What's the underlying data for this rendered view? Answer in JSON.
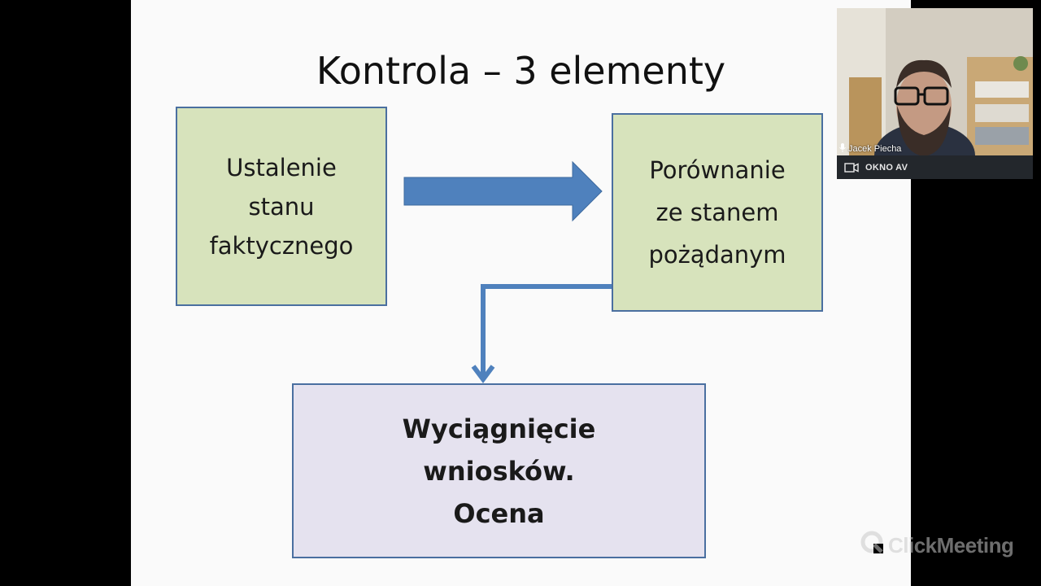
{
  "slide": {
    "title": "Kontrola – 3 elementy",
    "boxes": {
      "ustalenie": "Ustalenie\nstanu\nfaktycznego",
      "porownanie": "Porównanie\nze stanem\npożądanym",
      "wniosek": "Wyciągnięcie\nwniosków.\nOcena"
    },
    "colors": {
      "green_box": "#d7e3bc",
      "purple_box": "#e5e2ef",
      "arrow": "#4f81bd",
      "border": "#4a6fa0"
    }
  },
  "video": {
    "participant_name": "Jacek Piecha",
    "window_label": "OKNO AV"
  },
  "watermark": {
    "text": "ClickMeeting"
  },
  "icons": [
    "microphone-icon",
    "camera-icon",
    "clickmeeting-logo-icon"
  ]
}
